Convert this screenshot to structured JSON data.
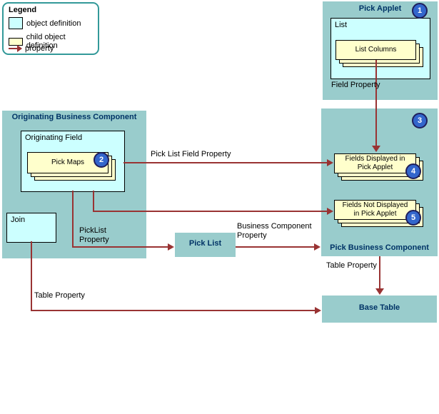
{
  "legend": {
    "title": "Legend",
    "items": [
      {
        "label": "object definition"
      },
      {
        "label": "child object definition"
      },
      {
        "label": "property"
      }
    ]
  },
  "nodes": {
    "pick_applet": {
      "title": "Pick Applet",
      "badge": "1",
      "list_label": "List",
      "list_columns": {
        "lines": [
          "List Columns"
        ]
      }
    },
    "originating_bc": {
      "title": "Originating Business Component",
      "field_label": "Originating Field",
      "pick_maps": {
        "lines": [
          "Pick Maps"
        ],
        "badge": "2"
      },
      "join_label": "Join"
    },
    "pick_bc": {
      "title": "Pick Business Component",
      "badge": "3",
      "fields_displayed": {
        "lines": [
          "Fields Displayed in",
          "Pick Applet"
        ],
        "badge": "4"
      },
      "fields_not_displayed": {
        "lines": [
          "Fields Not Displayed",
          "in Pick Applet"
        ],
        "badge": "5"
      }
    },
    "pick_list": {
      "title": "Pick List"
    },
    "base_table": {
      "title": "Base Table"
    }
  },
  "edges": {
    "field_property": "Field Property",
    "pick_list_field_property": "Pick List Field Property",
    "picklist_property": [
      "PickList",
      "Property"
    ],
    "business_component_property": [
      "Business Component",
      "Property"
    ],
    "table_property_right": "Table Property",
    "table_property_bottom": "Table Property"
  },
  "colors": {
    "object_box": "#99CCCC",
    "object_definition": "#CCFFFF",
    "child_object_definition": "#FFFFCC",
    "property_arrow": "#993333",
    "badge_fill": "#3366CC",
    "title_text": "#003366",
    "legend_border": "#339999"
  }
}
